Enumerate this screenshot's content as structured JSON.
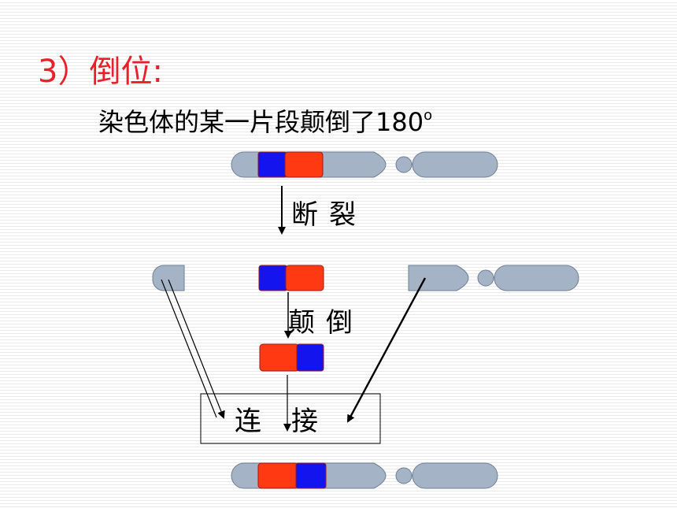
{
  "slide": {
    "title": "3）倒位:",
    "subtitle": "染色体的某一片段颠倒了180",
    "subtitle_degree": "o",
    "steps": {
      "break": "断裂",
      "invert": "颠倒",
      "join": "连接"
    },
    "colors": {
      "chromosome": "#a4b3c6",
      "chromosome_stroke": "#6f7f92",
      "segment_red": "#ff3a12",
      "segment_blue": "#1414ee",
      "title_red": "#e8202a"
    }
  }
}
